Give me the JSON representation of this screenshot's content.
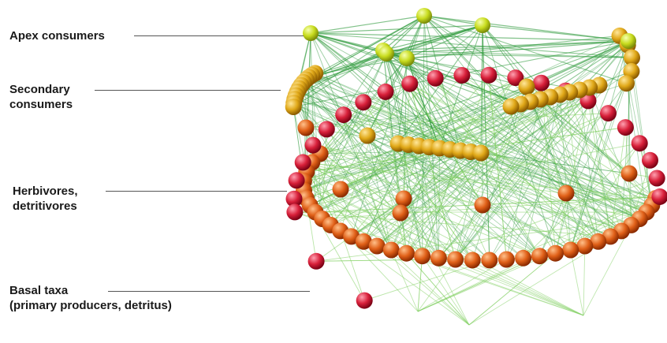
{
  "levels": {
    "apex": {
      "line1": "Apex consumers"
    },
    "secondary": {
      "line1": "Secondary",
      "line2": "consumers"
    },
    "herbivores": {
      "line1": "Herbivores,",
      "line2": "detritivores"
    },
    "basal": {
      "line1": "Basal taxa",
      "line2": "(primary producers, detritus)"
    }
  },
  "colors": {
    "apex": "#c8dc1e",
    "secondary": "#e0a818",
    "herbivore": "#e06018",
    "basal": "#d8203a",
    "link_dark": "#2f9a3c",
    "link_light": "#7fcf5f"
  }
}
